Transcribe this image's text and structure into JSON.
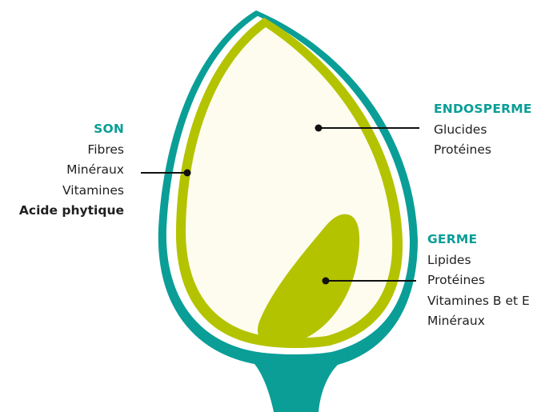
{
  "colors": {
    "bran_outer": "#0a9e97",
    "bran_inner": "#b4c300",
    "endosperm_fill": "#fdfcee",
    "germ_fill": "#b4c300",
    "heading_color": "#0a9e97",
    "text_color": "#1f1f1f",
    "leader_line": "#111111"
  },
  "son": {
    "title": "SON",
    "items": [
      "Fibres",
      "Minéraux",
      "Vitamines"
    ],
    "emphasis_item": "Acide phytique"
  },
  "endosperme": {
    "title": "ENDOSPERME",
    "items": [
      "Glucides",
      "Protéines"
    ]
  },
  "germe": {
    "title": "GERME",
    "items": [
      "Lipides",
      "Protéines",
      "Vitamines B et E",
      "Minéraux"
    ]
  }
}
